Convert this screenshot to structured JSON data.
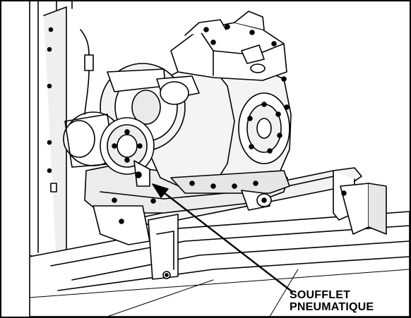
{
  "callout": {
    "line1": "SOUFFLET",
    "line2": "PNEUMATIQUE"
  },
  "colors": {
    "ink": "#000000",
    "paper": "#ffffff",
    "shade": "#e6e6e6",
    "shade_dark": "#cfcfcf"
  },
  "icons": [
    "frame-rail",
    "compressor-body",
    "cylinder-head",
    "clutch-pulley",
    "air-bellows",
    "mounting-bracket",
    "tie-bar",
    "leader-arrow"
  ]
}
